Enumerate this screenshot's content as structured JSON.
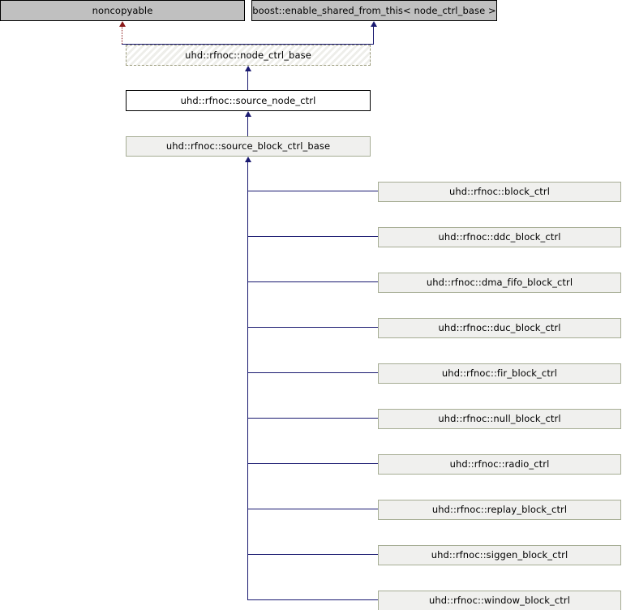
{
  "diagram": {
    "kind": "class-inheritance-diagram",
    "title": "uhd::rfnoc::source_block_ctrl_base inheritance diagram",
    "colors": {
      "ancestor_fill": "#c0c0c0",
      "ancestor_border": "#000000",
      "abstract_border": "#9a9a7a",
      "plain_fill": "#ffffff",
      "derived_fill": "#f0f0ee",
      "derived_border": "#a6ad94",
      "edge_inherit": "#191970",
      "edge_usage": "#8b1a1a"
    },
    "ancestors": [
      {
        "label": "noncopyable"
      },
      {
        "label": "boost::enable_shared_from_this< node_ctrl_base >"
      }
    ],
    "chain": [
      {
        "label": "uhd::rfnoc::node_ctrl_base",
        "style": "abstract"
      },
      {
        "label": "uhd::rfnoc::source_node_ctrl",
        "style": "plain"
      },
      {
        "label": "uhd::rfnoc::source_block_ctrl_base",
        "style": "current"
      }
    ],
    "derived": [
      {
        "label": "uhd::rfnoc::block_ctrl"
      },
      {
        "label": "uhd::rfnoc::ddc_block_ctrl"
      },
      {
        "label": "uhd::rfnoc::dma_fifo_block_ctrl"
      },
      {
        "label": "uhd::rfnoc::duc_block_ctrl"
      },
      {
        "label": "uhd::rfnoc::fir_block_ctrl"
      },
      {
        "label": "uhd::rfnoc::null_block_ctrl"
      },
      {
        "label": "uhd::rfnoc::radio_ctrl"
      },
      {
        "label": "uhd::rfnoc::replay_block_ctrl"
      },
      {
        "label": "uhd::rfnoc::siggen_block_ctrl"
      },
      {
        "label": "uhd::rfnoc::window_block_ctrl"
      }
    ]
  }
}
